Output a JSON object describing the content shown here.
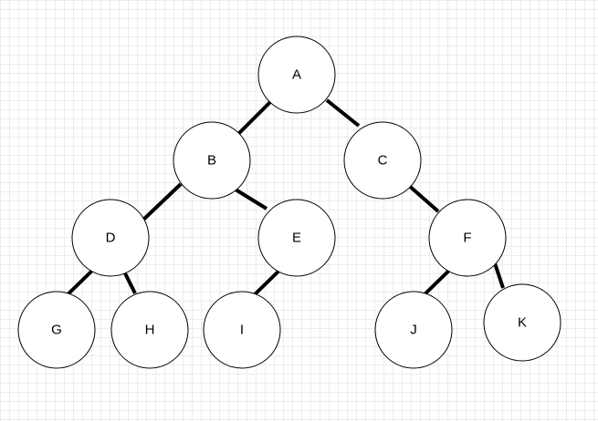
{
  "diagram": {
    "type": "binary-tree",
    "nodes": [
      {
        "id": "A",
        "label": "A"
      },
      {
        "id": "B",
        "label": "B"
      },
      {
        "id": "C",
        "label": "C"
      },
      {
        "id": "D",
        "label": "D"
      },
      {
        "id": "E",
        "label": "E"
      },
      {
        "id": "F",
        "label": "F"
      },
      {
        "id": "G",
        "label": "G"
      },
      {
        "id": "H",
        "label": "H"
      },
      {
        "id": "I",
        "label": "I"
      },
      {
        "id": "J",
        "label": "J"
      },
      {
        "id": "K",
        "label": "K"
      }
    ],
    "edges": [
      {
        "from": "A",
        "to": "B"
      },
      {
        "from": "A",
        "to": "C"
      },
      {
        "from": "B",
        "to": "D"
      },
      {
        "from": "B",
        "to": "E"
      },
      {
        "from": "C",
        "to": "F"
      },
      {
        "from": "D",
        "to": "G"
      },
      {
        "from": "D",
        "to": "H"
      },
      {
        "from": "E",
        "to": "I"
      },
      {
        "from": "F",
        "to": "J"
      },
      {
        "from": "F",
        "to": "K"
      }
    ],
    "colors": {
      "node_fill": "#ffffff",
      "node_stroke": "#000000",
      "edge": "#000000",
      "grid": "#ececec"
    }
  }
}
